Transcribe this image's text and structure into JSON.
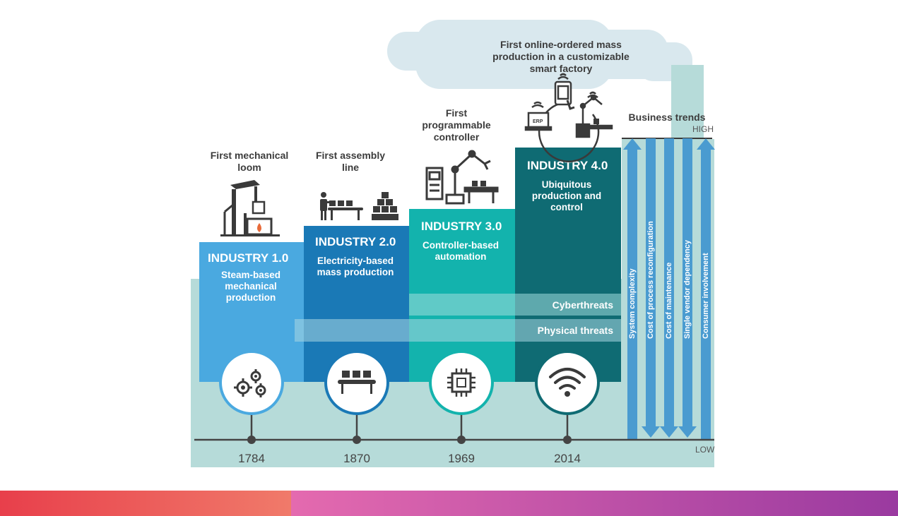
{
  "cloud_caption": "First online-ordered mass production in a customizable smart factory",
  "business_trends": {
    "title": "Business trends",
    "high": "HIGH",
    "low": "LOW",
    "items": [
      "System complexity",
      "Cost of process reconfiguration",
      "Cost of maintenance",
      "Single vendor dependency",
      "Consumer involvement"
    ]
  },
  "industries": [
    {
      "caption": "First mechanical loom",
      "title": "INDUSTRY 1.0",
      "desc": "Steam-based mechanical production",
      "year": "1784",
      "color": "#4aa9e0",
      "icon": "gears-icon"
    },
    {
      "caption": "First assembly line",
      "title": "INDUSTRY 2.0",
      "desc": "Electricity-based mass production",
      "year": "1870",
      "color": "#1a79b6",
      "icon": "conveyor-icon"
    },
    {
      "caption": "First programmable controller",
      "title": "INDUSTRY 3.0",
      "desc": "Controller-based automation",
      "year": "1969",
      "color": "#13b3ad",
      "icon": "chip-icon"
    },
    {
      "caption": "",
      "title": "INDUSTRY 4.0",
      "desc": "Ubiquitous production and control",
      "year": "2014",
      "color": "#0f6b73",
      "icon": "wifi-icon"
    }
  ],
  "threats": {
    "cyber": "Cyberthreats",
    "physical": "Physical threats"
  },
  "illustrations": {
    "erp_label": "ERP"
  },
  "colors": {
    "background": "#b6dbd9",
    "cloud": "#d9e8ee",
    "arrow": "#4a9bd0",
    "gradient_left": "#e83f4b",
    "gradient_right": "#9a3aa0"
  }
}
